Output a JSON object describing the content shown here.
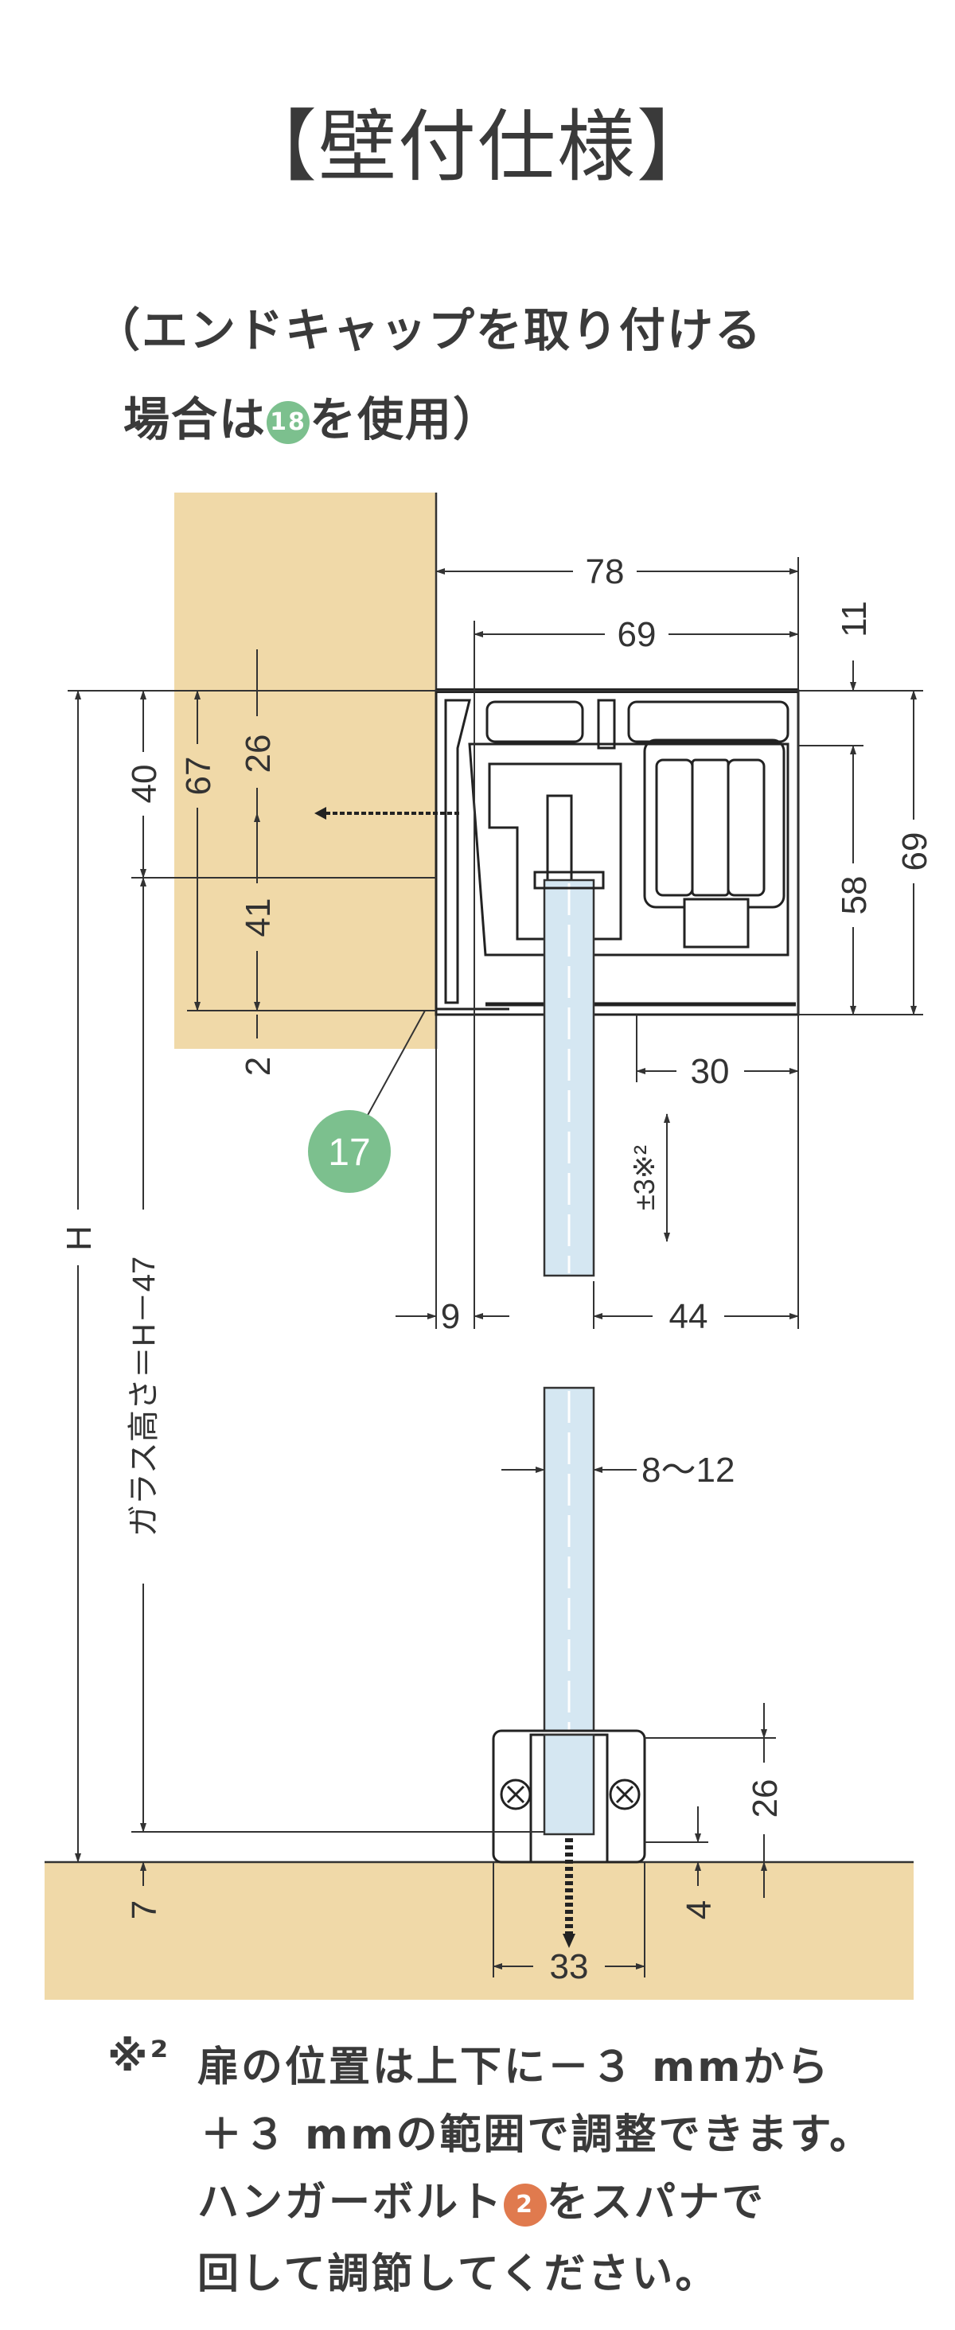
{
  "title": "【壁付仕様】",
  "subtitle": {
    "line1": "（エンドキャップを取り付ける",
    "line2_before": "場合は",
    "badge": "18",
    "line2_after": "を使用）"
  },
  "colors": {
    "wood": "#f0d9a8",
    "glass": "#d5e7f2",
    "green_badge": "#7cc08e",
    "orange_badge": "#e07a4e",
    "line": "#333333"
  },
  "dimensions": {
    "d78": "78",
    "d69_top": "69",
    "d11": "11",
    "d69_right": "69",
    "d58": "58",
    "d40": "40",
    "d67": "67",
    "d26_upper": "26",
    "d41": "41",
    "d2": "2",
    "d30": "30",
    "adjust": "±3※²",
    "d9": "9",
    "d44": "44",
    "glass_thickness": "8〜12",
    "d26_lower": "26",
    "d4": "4",
    "d7": "7",
    "d33": "33",
    "H": "H",
    "glass_height": "ガラス高さ＝H－47"
  },
  "part_badge": "17",
  "notes": {
    "mark": "※²",
    "line1": "扉の位置は上下に－３ mmから",
    "line2": "＋３ mmの範囲で調整できます。",
    "line3_before": "ハンガーボルト",
    "line3_badge": "2",
    "line3_after": "をスパナで",
    "line4": "回して調節してください。"
  }
}
